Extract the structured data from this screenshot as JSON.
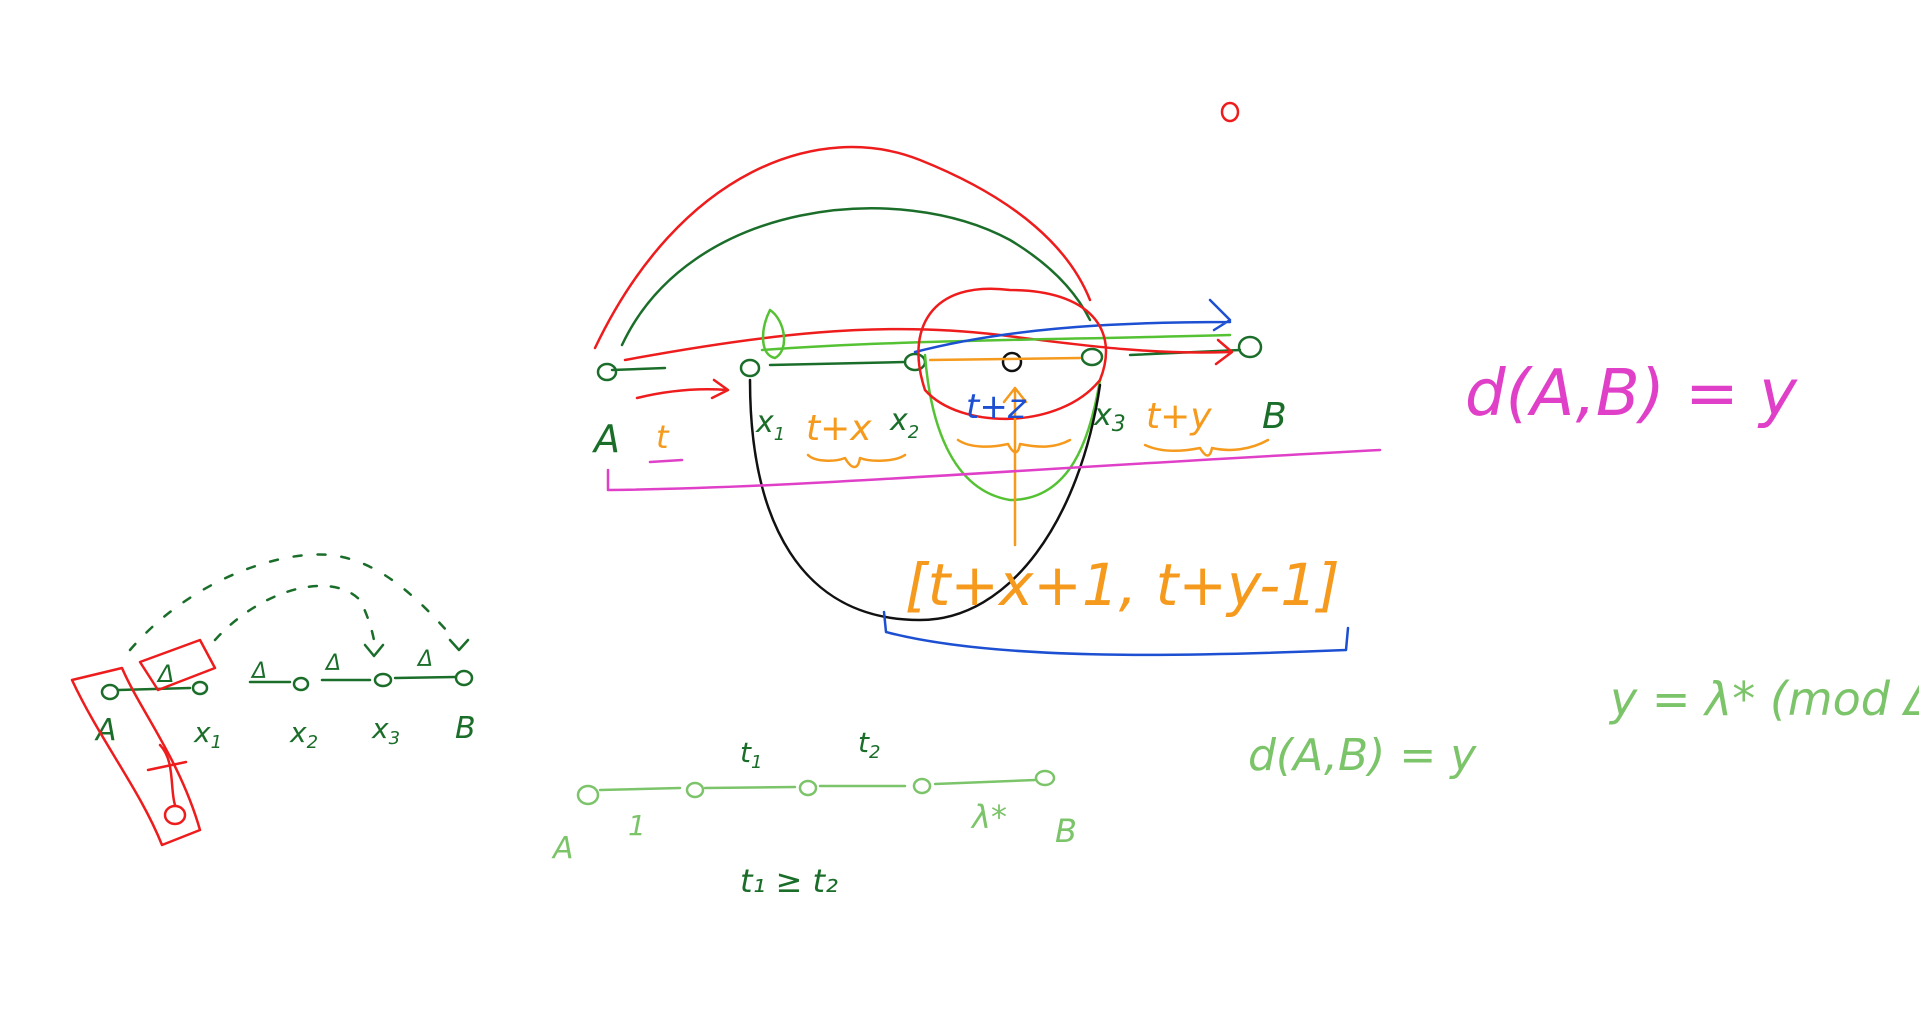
{
  "colors": {
    "red": "#ee1c1c",
    "dark_green": "#1b6e2a",
    "light_green": "#55c234",
    "pale_green": "#7cc46a",
    "orange": "#f59a1c",
    "blue": "#1c4fd1",
    "magenta": "#e040c8",
    "black": "#111111"
  },
  "main_diagram": {
    "label_A": "A",
    "label_t": "t",
    "label_x1": "x",
    "label_x1_sub": "1",
    "label_t_plus_x": "t+x",
    "label_x2": "x",
    "label_x2_sub": "2",
    "label_t_plus_z": "t+z",
    "label_x3": "x",
    "label_x3_sub": "3",
    "label_t_plus_y": "t+y",
    "label_B": "B",
    "interval": "[t+x+1, t+y-1]"
  },
  "formula_magenta": "d(A,B) = y",
  "formula_green_right": "y = λ* (mod Δ)",
  "formula_green_mid": "d(A,B) = y",
  "small_diagram": {
    "label_A": "A",
    "label_x1": "x",
    "label_x1_sub": "1",
    "label_x2": "x",
    "label_x2_sub": "2",
    "label_x3": "x",
    "label_x3_sub": "3",
    "label_B": "B",
    "delta": "Δ"
  },
  "bottom_diagram": {
    "label_A": "A",
    "label_1": "1",
    "label_t1": "t",
    "label_t1_sub": "1",
    "label_t2": "t",
    "label_t2_sub": "2",
    "label_lambda": "λ*",
    "label_B": "B",
    "inequality": "t₁ ≥ t₂"
  }
}
